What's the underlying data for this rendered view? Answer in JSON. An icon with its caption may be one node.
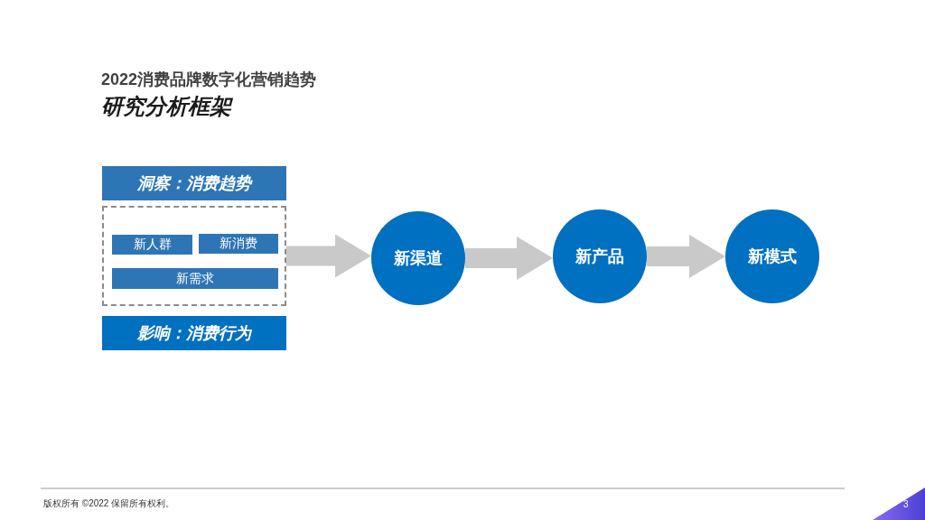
{
  "diagram": {
    "title": "2022消费品牌数字化营销趋势",
    "nodes": [
      {
        "text": [
          "洞察：消费趋势"
        ]
      },
      {
        "text": [],
        "shape": "box"
      },
      {
        "text": [
          "新人群"
        ],
        "in": 1
      },
      {
        "text": [
          "新消费"
        ],
        "in": 1
      },
      {
        "text": [
          "新需求"
        ],
        "in": 1
      },
      {
        "text": [
          "影响：消费行为"
        ]
      },
      {
        "text": [
          "新渠道"
        ]
      },
      {
        "text": [
          "新产品"
        ]
      },
      {
        "text": [
          "新模式"
        ]
      }
    ],
    "edges": [
      {
        "from": 1,
        "to": 6,
        "arrow": "to"
      },
      {
        "from": 6,
        "to": 7,
        "arrow": "to"
      },
      {
        "from": 7,
        "to": 8,
        "arrow": "to"
      }
    ],
    "labels": [
      "研究分析框架",
      "版权所有 ©2022 保留所有权利。",
      "3"
    ]
  }
}
